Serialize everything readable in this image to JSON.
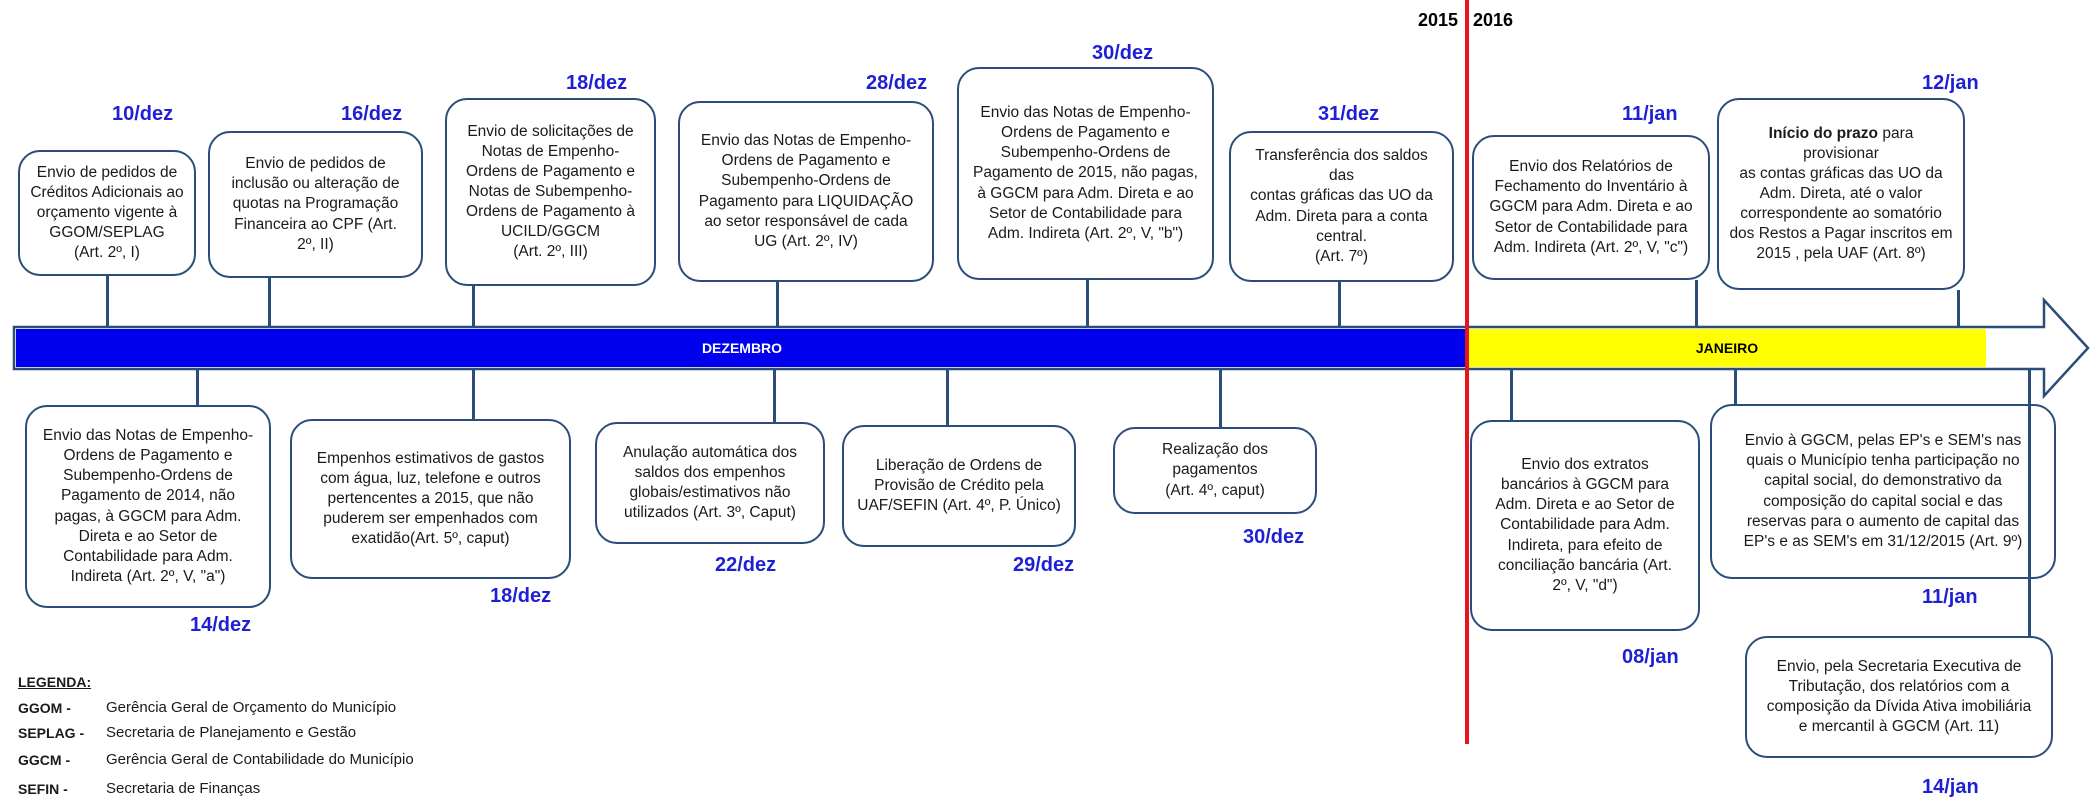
{
  "year_left": "2015",
  "year_right": "2016",
  "months": {
    "dec": "DEZEMBRO",
    "jan": "JANEIRO"
  },
  "colors": {
    "dec_band": "#0000ee",
    "jan_band": "#ffff00",
    "year_divider": "#e8141b",
    "date": "#1f1fd6",
    "box_border": "#2a4d7a"
  },
  "top_events": [
    {
      "date": "10/dez",
      "lines": [
        "Envio de pedidos de",
        "Créditos Adicionais ao",
        "orçamento vigente à",
        "GGOM/SEPLAG",
        "(Art. 2º, I)"
      ]
    },
    {
      "date": "16/dez",
      "lines": [
        "Envio de pedidos de",
        "inclusão ou alteração de",
        "quotas na Programação",
        "Financeira ao CPF (Art.",
        "2º, II)"
      ]
    },
    {
      "date": "18/dez",
      "lines": [
        "Envio de solicitações de",
        "Notas de Empenho-",
        "Ordens de Pagamento e",
        "Notas de Subempenho-",
        "Ordens de Pagamento à",
        "UCILD/GGCM",
        "(Art. 2º, III)"
      ]
    },
    {
      "date": "28/dez",
      "lines": [
        "Envio das Notas de Empenho-",
        "Ordens de Pagamento e",
        "Subempenho-Ordens de",
        "Pagamento para LIQUIDAÇÃO",
        "ao setor responsável de cada",
        "UG (Art. 2º, IV)"
      ]
    },
    {
      "date": "30/dez",
      "lines": [
        "Envio das Notas de Empenho-",
        "Ordens de Pagamento e",
        "Subempenho-Ordens de",
        "Pagamento de 2015, não pagas,",
        "à GGCM para Adm. Direta e ao",
        "Setor de Contabilidade para",
        "Adm. Indireta (Art. 2º, V, \"b\")"
      ]
    },
    {
      "date": "31/dez",
      "lines": [
        "Transferência dos saldos das",
        "contas gráficas das UO da",
        "Adm. Direta para a conta",
        "central.",
        "(Art. 7º)"
      ]
    },
    {
      "date": "11/jan",
      "lines": [
        "Envio dos Relatórios de",
        "Fechamento do Inventário à",
        "GGCM para Adm. Direta e ao",
        "Setor de Contabilidade para",
        "Adm. Indireta   (Art. 2º, V, \"c\")"
      ]
    },
    {
      "date": "12/jan",
      "lines": [
        "Início do prazo para provisionar",
        "as contas gráficas das UO da",
        "Adm. Direta, até o valor",
        "correspondente ao somatório",
        "dos Restos a Pagar inscritos em",
        "2015  , pela UAF (Art. 8º)"
      ]
    }
  ],
  "bottom_events": [
    {
      "date": "14/dez",
      "lines": [
        "Envio das Notas de Empenho-",
        "Ordens de Pagamento e",
        "Subempenho-Ordens de",
        "Pagamento de 2014, não",
        "pagas, à GGCM para Adm.",
        "Direta e ao Setor de",
        "Contabilidade para Adm.",
        "Indireta (Art. 2º, V, \"a\")"
      ]
    },
    {
      "date": "18/dez",
      "lines": [
        "Empenhos estimativos  de gastos",
        "com água, luz, telefone e outros",
        "pertencentes a 2015, que não",
        "puderem ser empenhados com",
        "exatidão(Art. 5º, caput)"
      ]
    },
    {
      "date": "22/dez",
      "lines": [
        "Anulação automática dos",
        "saldos dos empenhos",
        "globais/estimativos não",
        "utilizados (Art. 3º, Caput)"
      ]
    },
    {
      "date": "29/dez",
      "lines": [
        "Liberação de Ordens de",
        "Provisão de Crédito pela",
        "UAF/SEFIN (Art. 4º, P. Único)"
      ]
    },
    {
      "date": "30/dez",
      "lines": [
        "Realização dos",
        "pagamentos",
        "(Art. 4º, caput)"
      ]
    },
    {
      "date": "08/jan",
      "lines": [
        "Envio dos extratos",
        "bancários à GGCM para",
        "Adm. Direta e ao Setor de",
        "Contabilidade para Adm.",
        "Indireta, para efeito de",
        "conciliação bancária (Art.",
        "2º, V, \"d\")"
      ]
    },
    {
      "date": "11/jan",
      "lines": [
        "Envio à GGCM,  pelas EP's e SEM's nas",
        "quais o Município tenha participação no",
        "capital social, do demonstrativo da",
        "composição do capital social e das",
        "reservas para o aumento de capital das",
        "EP's e as SEM's em 31/12/2015  (Art. 9º)"
      ]
    },
    {
      "date": "14/jan",
      "lines": [
        "Envio, pela Secretaria Executiva de",
        "Tributação, dos relatórios com a",
        "composição da Dívida Ativa imobiliária",
        "e mercantil à GGCM (Art. 11)"
      ]
    }
  ],
  "legend": {
    "title": "LEGENDA:",
    "items": [
      {
        "abbr": "GGOM -",
        "desc": "Gerência Geral de Orçamento do Município"
      },
      {
        "abbr": "SEPLAG -",
        "desc": "Secretaria de Planejamento e Gestão"
      },
      {
        "abbr": "GGCM -",
        "desc": "Gerência Geral de Contabilidade do Município"
      },
      {
        "abbr": "SEFIN -",
        "desc": "Secretaria de Finanças"
      }
    ]
  }
}
